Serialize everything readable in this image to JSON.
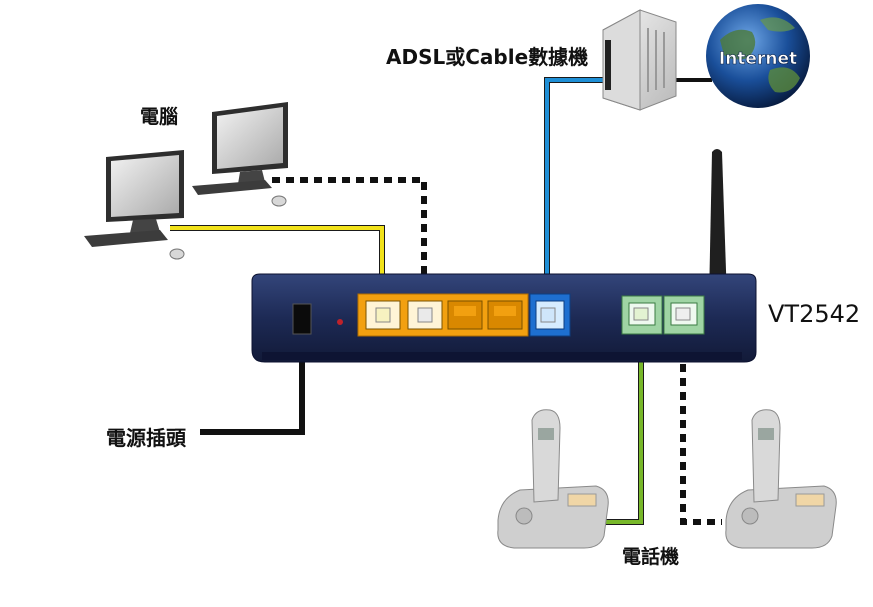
{
  "labels": {
    "modem": "ADSL或Cable數據機",
    "computers": "電腦",
    "power": "電源插頭",
    "model": "VT2542",
    "phones": "電話機",
    "internet": "Internet"
  },
  "colors": {
    "lan_cable": "#f2e21a",
    "wan_cable": "#1f8fd6",
    "phone_cable": "#78b82a",
    "dotted_cable": "#111111",
    "router_body": "#1d2a55",
    "lan_port": "#f2a010",
    "wan_port": "#1e6fd0",
    "phone_port": "#9fd4a4"
  },
  "icons": [
    "monitor-icon",
    "modem-icon",
    "globe-icon",
    "router-icon",
    "antenna-icon",
    "telephone-icon",
    "power-plug-icon"
  ]
}
